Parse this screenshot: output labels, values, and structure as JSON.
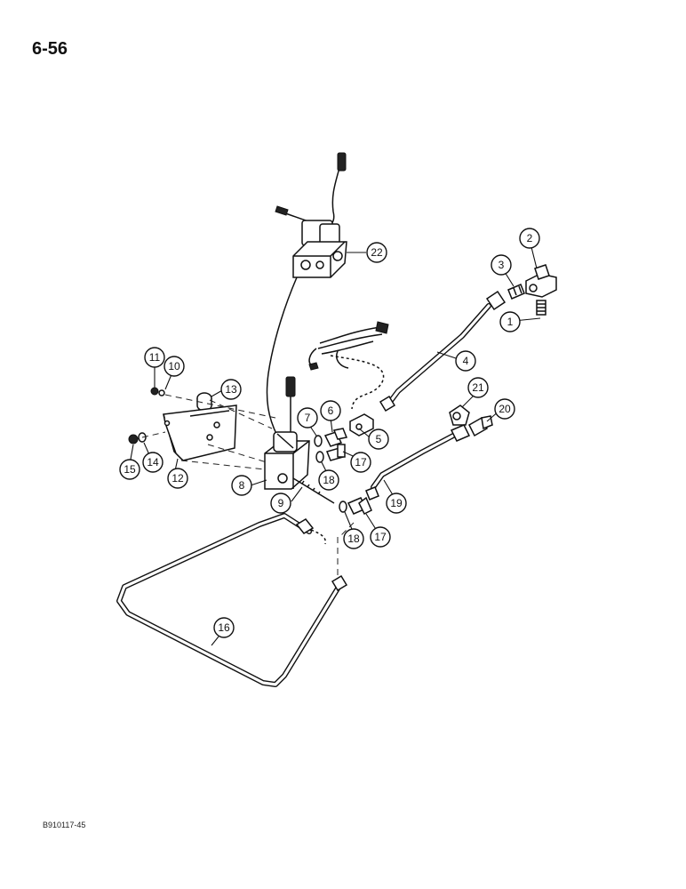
{
  "page": {
    "number": "6-56",
    "figure_code": "B910117-45"
  },
  "callouts": {
    "c1": "1",
    "c2": "2",
    "c3": "3",
    "c4": "4",
    "c5": "5",
    "c6": "6",
    "c7": "7",
    "c8": "8",
    "c9": "9",
    "c10": "10",
    "c11": "11",
    "c12": "12",
    "c13": "13",
    "c14": "14",
    "c15": "15",
    "c16": "16",
    "c17a": "17",
    "c17b": "17",
    "c18a": "18",
    "c18b": "18",
    "c19": "19",
    "c20": "20",
    "c21": "21",
    "c22": "22"
  }
}
